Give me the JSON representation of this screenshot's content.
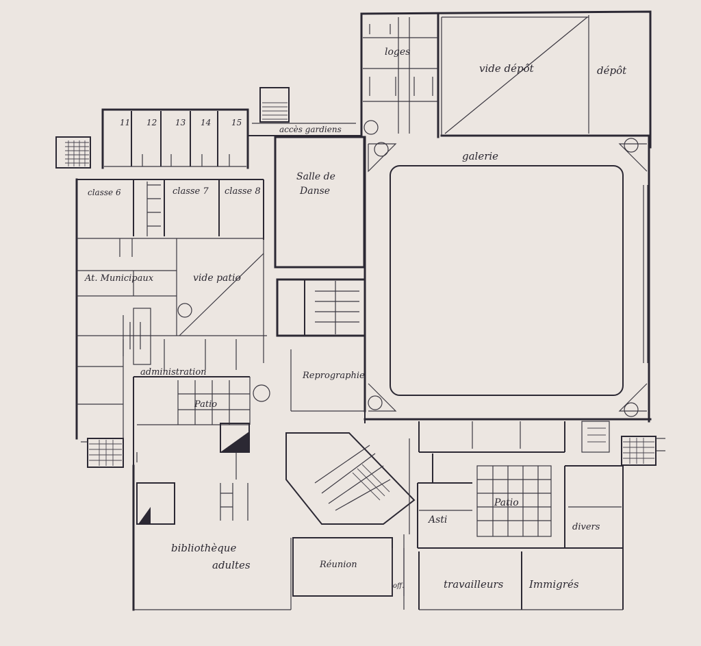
{
  "plan": {
    "rooms": {
      "r11": "11",
      "r12": "12",
      "r13": "13",
      "r14": "14",
      "r15": "15",
      "loges": "loges",
      "vide_depot": "vide dépôt",
      "depot": "dépôt",
      "acces_gardiens": "accès gardiens",
      "galerie": "galerie",
      "classe6": "classe 6",
      "classe7": "classe 7",
      "classe8": "classe 8",
      "salle_danse_1": "Salle de",
      "salle_danse_2": "Danse",
      "ateliers": "At. Municipaux",
      "vide_patio": "vide patio",
      "administration": "administration",
      "patio_1": "Patio",
      "reprographie": "Reprographie",
      "patio_2": "Patio",
      "asti": "Asti",
      "divers": "divers",
      "bibliotheque_1": "bibliothèque",
      "bibliotheque_2": "adultes",
      "reunion": "Réunion",
      "off": "off.",
      "travailleurs": "travailleurs",
      "immigres": "Immigrés"
    },
    "colors": {
      "paper": "#ece6e1",
      "ink": "#2b2833"
    }
  }
}
